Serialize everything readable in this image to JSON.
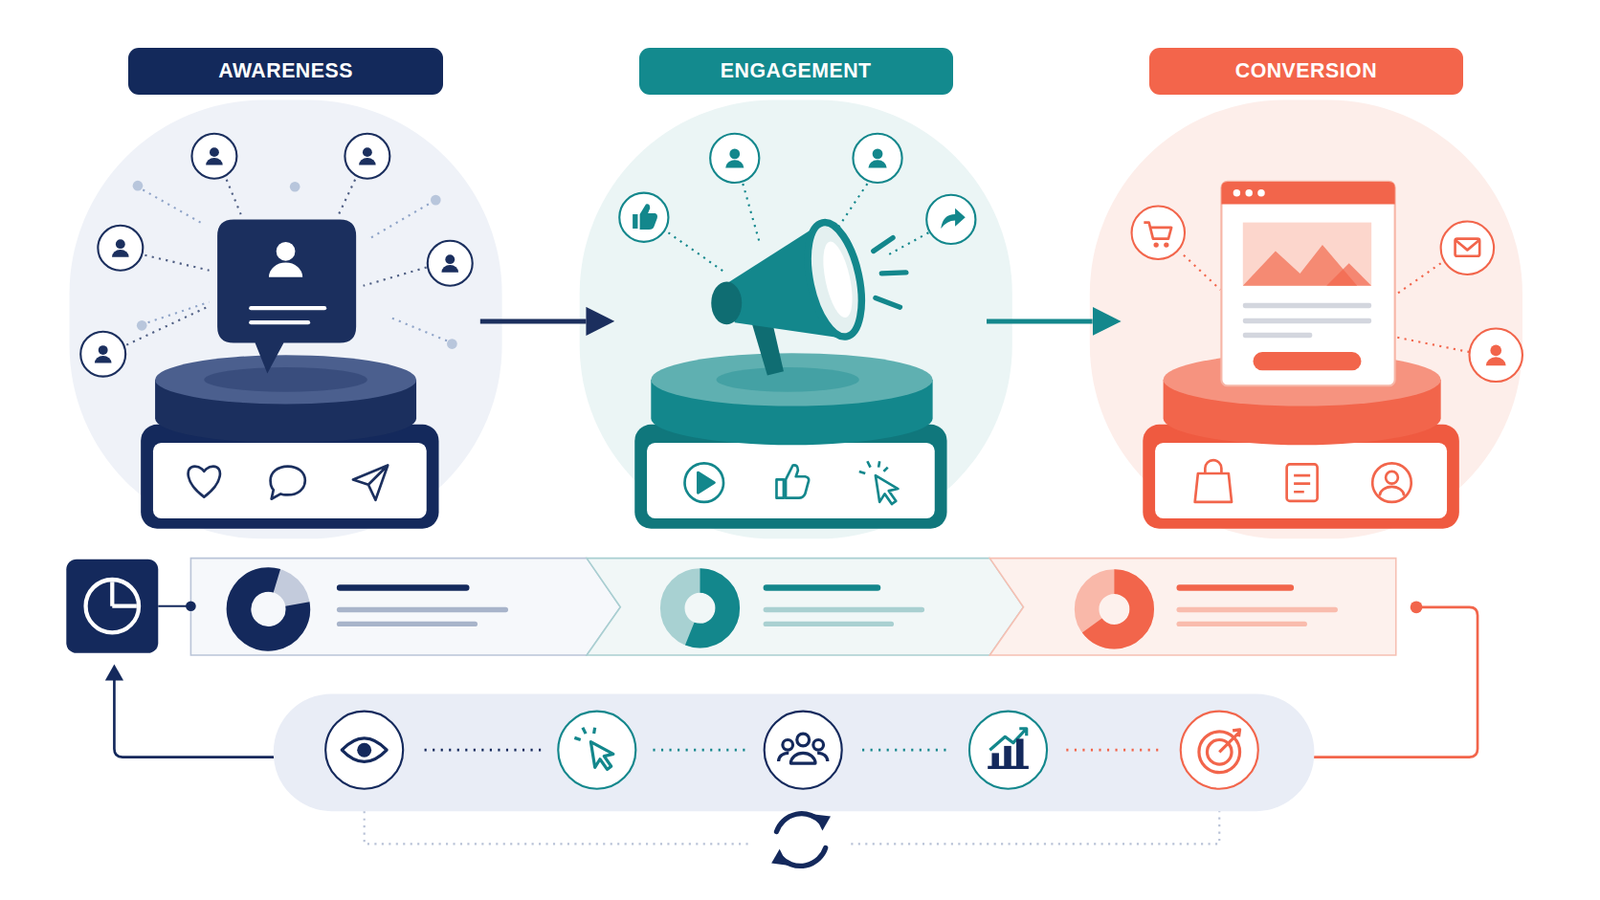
{
  "diagram": {
    "nodes": [
      {
        "text": [
          "AWARENESS"
        ]
      },
      {
        "text": [
          "ENGAGEMENT"
        ]
      },
      {
        "text": [
          "CONVERSION"
        ]
      }
    ],
    "edges": [
      {
        "from": 0,
        "to": 1,
        "arrow": "to"
      },
      {
        "from": 1,
        "to": 2,
        "arrow": "to"
      }
    ]
  }
}
